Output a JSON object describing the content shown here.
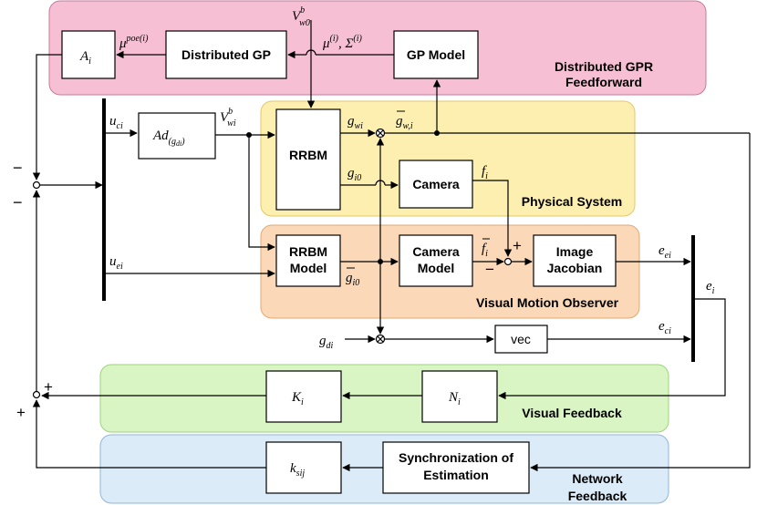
{
  "regions": {
    "gpr": {
      "title_line1": "Distributed GPR",
      "title_line2": "Feedforward",
      "fill": "#f7bfd3",
      "stroke": "#c77a9b"
    },
    "physical": {
      "title": "Physical System",
      "fill": "#fcefb0",
      "stroke": "#e3c96a"
    },
    "observer": {
      "title": "Visual Motion Observer",
      "fill": "#fbd9b8",
      "stroke": "#e2a873"
    },
    "visual": {
      "title": "Visual Feedback",
      "fill": "#d9f5c4",
      "stroke": "#9ed37e"
    },
    "network": {
      "title_line1": "Network",
      "title_line2": "Feedback",
      "fill": "#dcebf8",
      "stroke": "#8fb6d9"
    }
  },
  "blocks": {
    "ai": "A",
    "ai_sub": "i",
    "distributed_gp": "Distributed GP",
    "gp_model": "GP Model",
    "ad": "Ad",
    "ad_sub": "(g",
    "ad_subsub": "di",
    "ad_close": ")",
    "rrbm": "RRBM",
    "camera": "Camera",
    "rrbm_model_line1": "RRBM",
    "rrbm_model_line2": "Model",
    "camera_model_line1": "Camera",
    "camera_model_line2": "Model",
    "image_jacobian_line1": "Image",
    "image_jacobian_line2": "Jacobian",
    "vec": "vec",
    "ki": "K",
    "ki_sub": "i",
    "ni": "N",
    "ni_sub": "i",
    "ksij": "k",
    "ksij_sub": "sij",
    "sync_line1": "Synchronization of",
    "sync_line2": "Estimation"
  },
  "signals": {
    "vw0": "V",
    "vw0_sup": "b",
    "vw0_sub": "w0",
    "mu_poe": "μ",
    "mu_poe_sup": "poe(i)",
    "mu_sigma": "μ",
    "mu_sigma_sup": "(i)",
    "mu_sigma_sep": ", Σ",
    "mu_sigma_sup2": "(i)",
    "uci": "u",
    "uci_sub": "ci",
    "vwi": "V",
    "vwi_sup": "b",
    "vwi_sub": "wi",
    "gwi": "g",
    "gwi_sub": "wi",
    "gbar_wi": "g",
    "gbar_wi_sub": "w,i",
    "gi0": "g",
    "gi0_sub": "i0",
    "fi": "f",
    "fi_sub": "i",
    "fbar_i": "f",
    "fbar_i_sub": "i",
    "uei": "u",
    "uei_sub": "ei",
    "gbar_i0": "g",
    "gbar_i0_sub": "i0",
    "eei": "e",
    "eei_sub": "ei",
    "ei": "e",
    "ei_sub": "i",
    "eci": "e",
    "eci_sub": "ci",
    "gdi": "g",
    "gdi_sub": "di"
  },
  "signs": {
    "minus_top": "−",
    "minus_bottom": "−",
    "plus_fbar": "+",
    "minus_fbar": "−",
    "plus_kfb": "+",
    "plus_network": "+"
  }
}
